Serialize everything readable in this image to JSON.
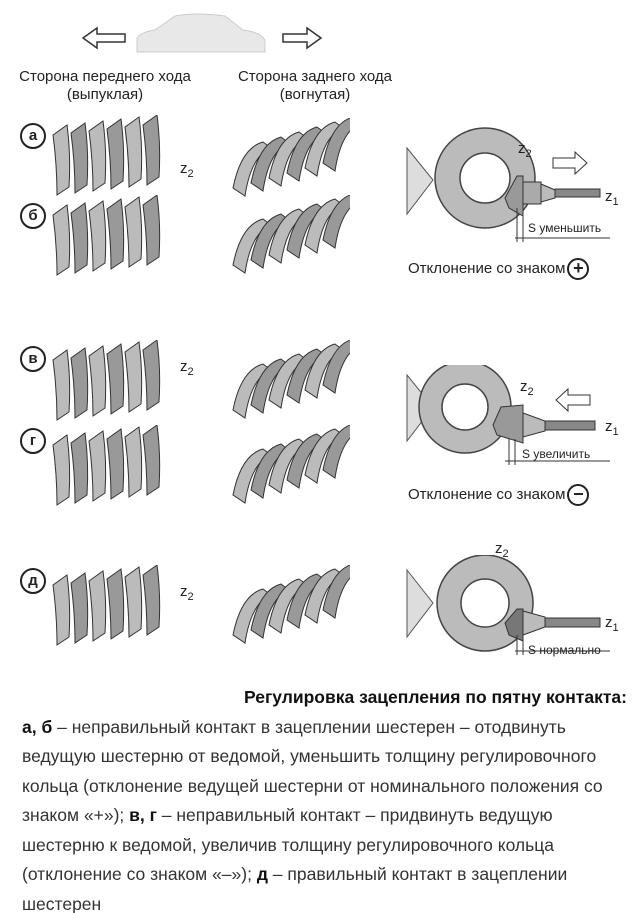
{
  "header": {
    "front_side": "Сторона переднего хода",
    "front_side_sub": "(выпуклая)",
    "rear_side": "Сторона заднего хода",
    "rear_side_sub": "(вогнутая)"
  },
  "icons": [
    "arrow-left-icon",
    "car-icon",
    "arrow-right-icon",
    "plus-circle-icon",
    "minus-circle-icon"
  ],
  "rows": [
    {
      "label": "а"
    },
    {
      "label": "б"
    },
    {
      "label": "в"
    },
    {
      "label": "г"
    },
    {
      "label": "д"
    }
  ],
  "z2": "z",
  "z2_sub": "2",
  "z1": "z",
  "z1_sub": "1",
  "mechanisms": [
    {
      "s_label": "S уменьшить",
      "deviation": "Отклонение со знаком",
      "sign": "+"
    },
    {
      "s_label": "S увеличить",
      "deviation": "Отклонение со знаком",
      "sign": "−"
    },
    {
      "s_label": "S нормально"
    }
  ],
  "caption": {
    "title": "Регулировка зацепления по пятну контакта:",
    "p1_bold": "а, б",
    "p1": " – неправильный контакт в зацеплении шестерен – отодвинуть ведущую шестерню от ведомой, уменьшить толщину регулировочного кольца (отклонение ведущей шестерни от номинального положения со знаком «+»); ",
    "p2_bold": "в, г",
    "p2": " – неправильный контакт – придвинуть ведущую шестерню к ведомой, увеличив толщину регулировочного кольца (отклонение со знаком «–»); ",
    "p3_bold": "д",
    "p3": " – правильный контакт в зацеплении шестерен"
  }
}
